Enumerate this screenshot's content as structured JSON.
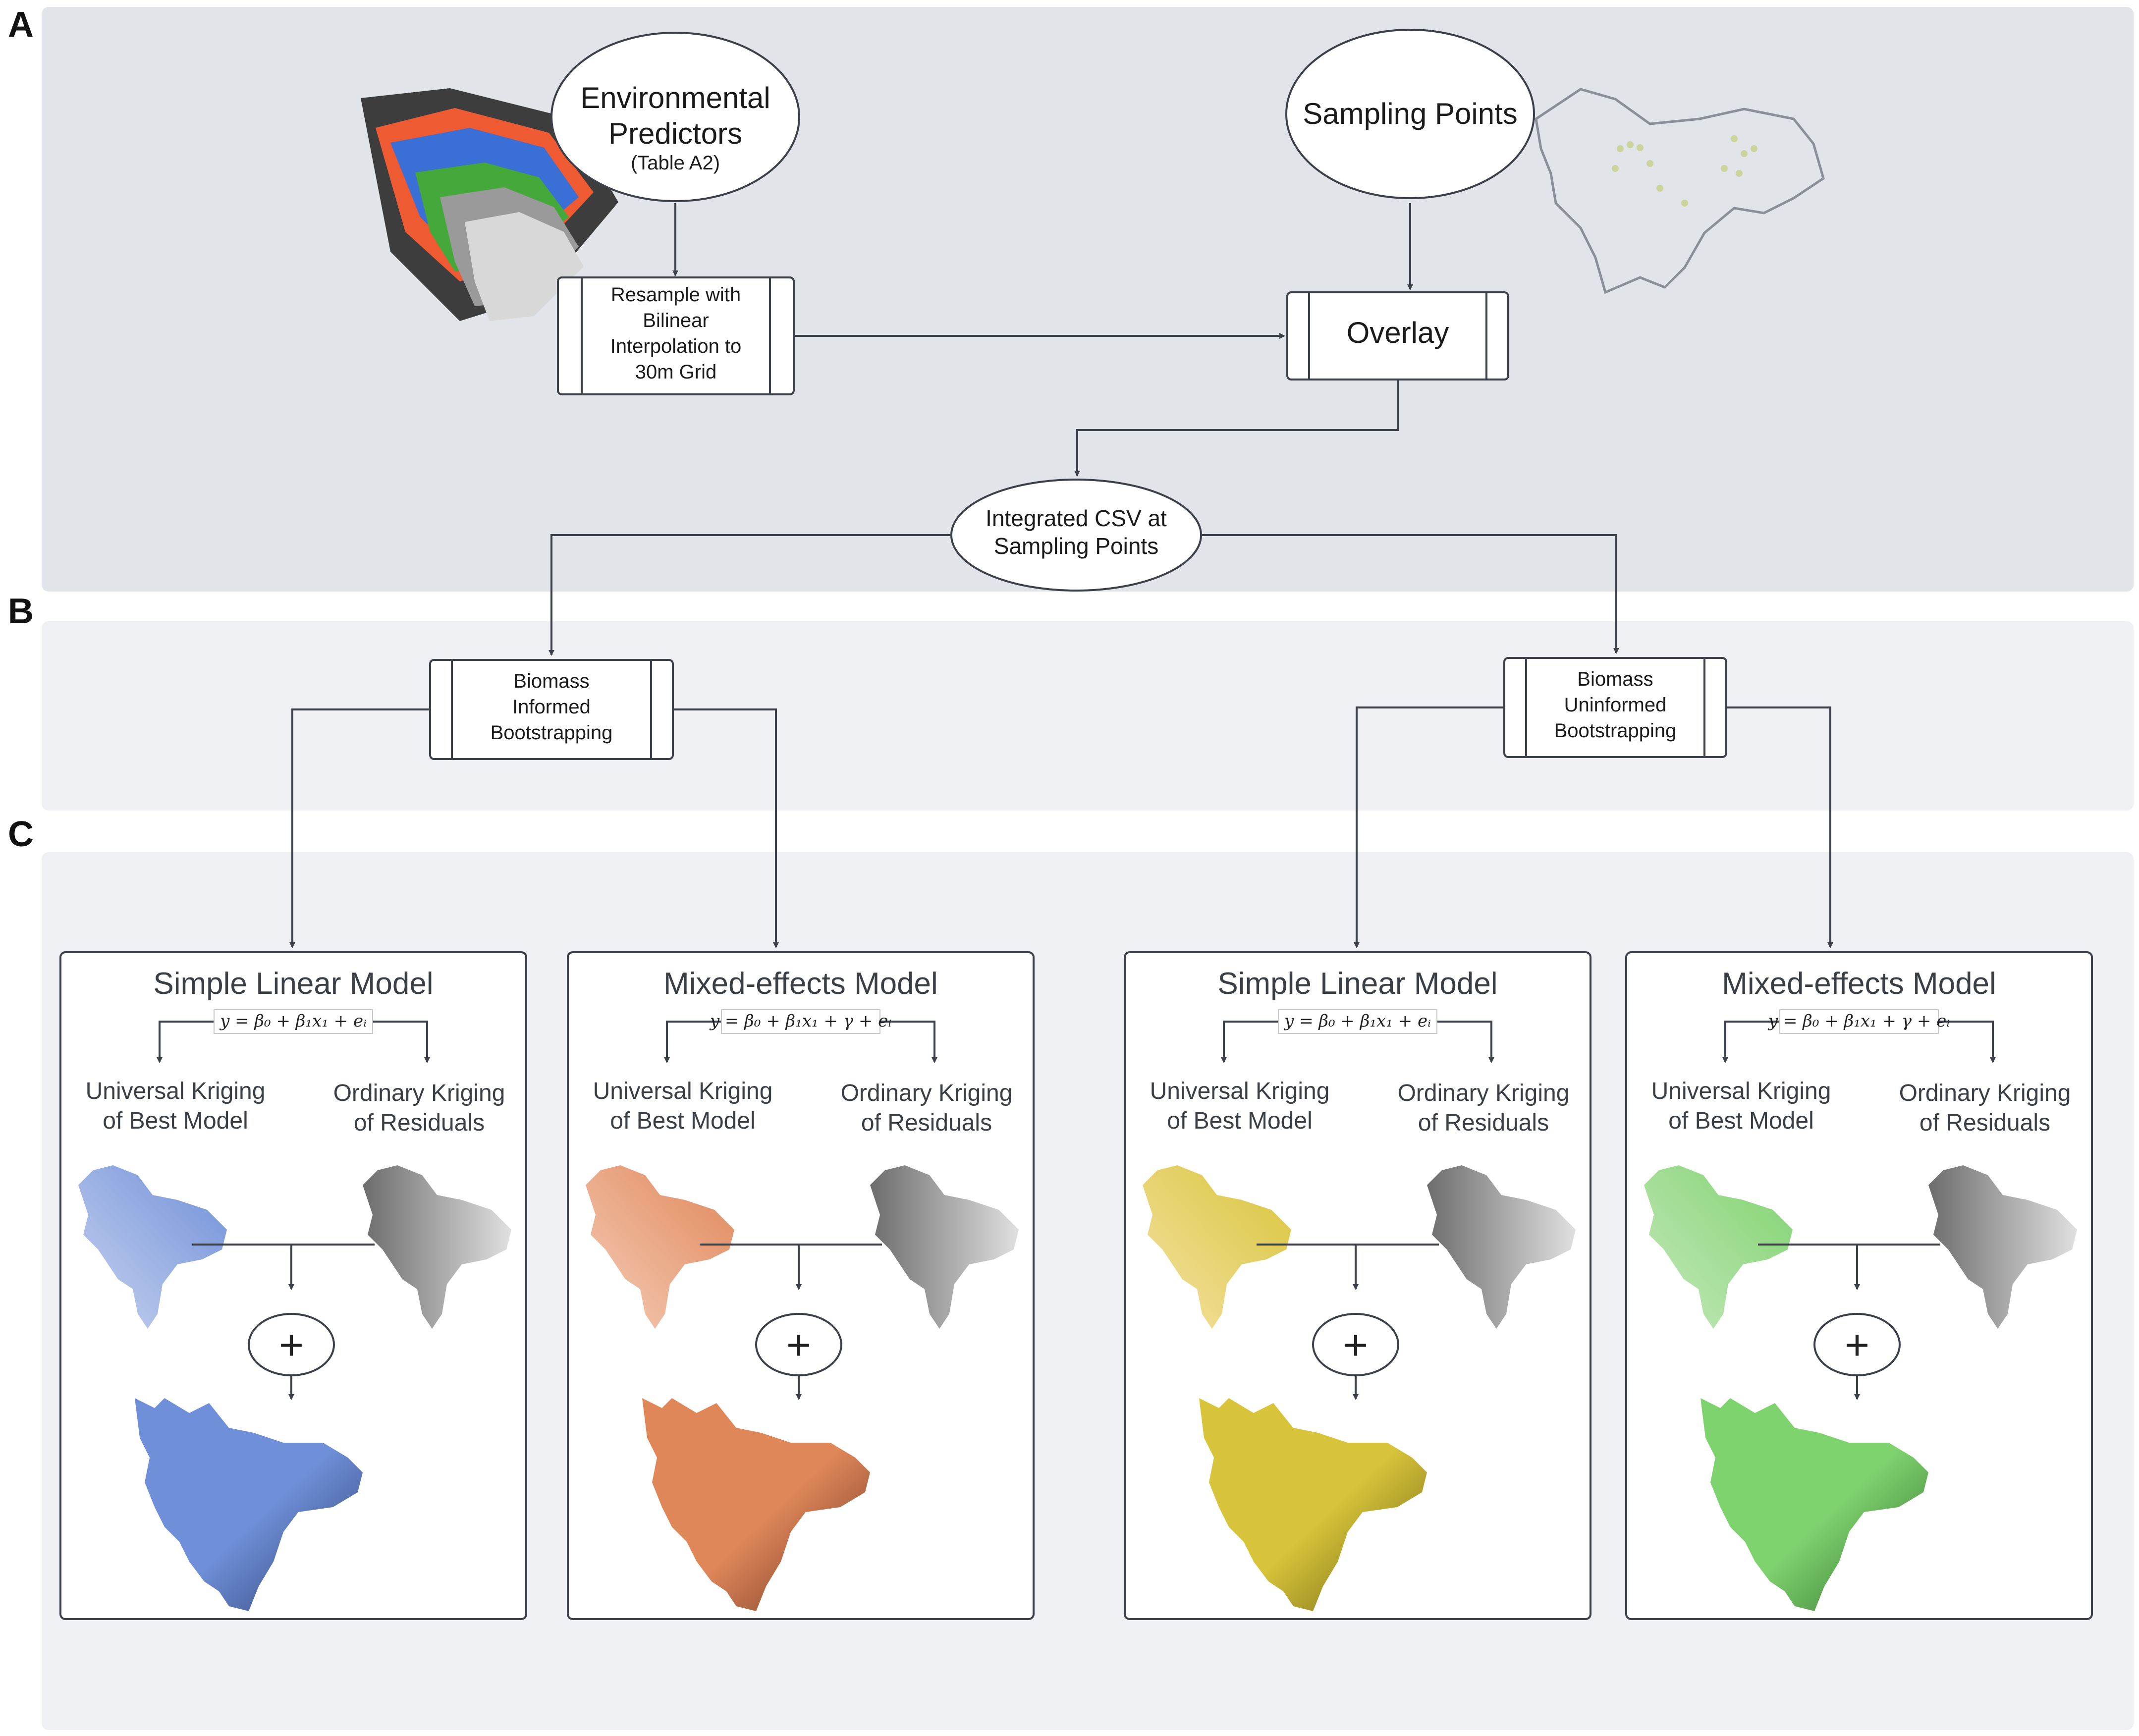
{
  "panel_labels": {
    "a": "A",
    "b": "B",
    "c": "C"
  },
  "nodes": {
    "env_predictors": {
      "line1": "Environmental",
      "line2": "Predictors",
      "note": "(Table A2)"
    },
    "sampling_points": {
      "label": "Sampling Points"
    },
    "resample": {
      "line1": "Resample with",
      "line2": "Bilinear",
      "line3": "Interpolation to",
      "line4": "30m Grid"
    },
    "overlay": {
      "label": "Overlay"
    },
    "integrated_csv": {
      "line1": "Integrated CSV at",
      "line2": "Sampling Points"
    },
    "informed": {
      "line1": "Biomass",
      "line2": "Informed",
      "line3": "Bootstrapping"
    },
    "uninformed": {
      "line1": "Biomass",
      "line2": "Uninformed",
      "line3": "Bootstrapping"
    }
  },
  "models": [
    {
      "title": "Simple Linear Model",
      "equation": "y = β₀ + β₁x₁ + eᵢ",
      "left_line1": "Universal Kriging",
      "left_line2": "of Best Model",
      "right_line1": "Ordinary Kriging",
      "right_line2": "of Residuals",
      "combine_symbol": "+",
      "color": "#6f8fd8",
      "dark": "#2d3f6e",
      "light": "#c8d4ef"
    },
    {
      "title": "Mixed-effects Model",
      "equation": "y = β₀ + β₁x₁ + γ + eᵢ",
      "left_line1": "Universal Kriging",
      "left_line2": "of Best Model",
      "right_line1": "Ordinary Kriging",
      "right_line2": "of Residuals",
      "combine_symbol": "+",
      "color": "#e0875a",
      "dark": "#6b3420",
      "light": "#f4cdb6"
    },
    {
      "title": "Simple Linear Model",
      "equation": "y = β₀ + β₁x₁ + eᵢ",
      "left_line1": "Universal Kriging",
      "left_line2": "of Best Model",
      "right_line1": "Ordinary Kriging",
      "right_line2": "of Residuals",
      "combine_symbol": "+",
      "color": "#d7c43a",
      "dark": "#6a5e12",
      "light": "#f6e2a4"
    },
    {
      "title": "Mixed-effects Model",
      "equation": "y = β₀ + β₁x₁ + γ + eᵢ",
      "left_line1": "Universal Kriging",
      "left_line2": "of Best Model",
      "right_line1": "Ordinary Kriging",
      "right_line2": "of Residuals",
      "combine_symbol": "+",
      "color": "#7fd36f",
      "dark": "#2f6a2a",
      "light": "#c6e8bc"
    }
  ]
}
